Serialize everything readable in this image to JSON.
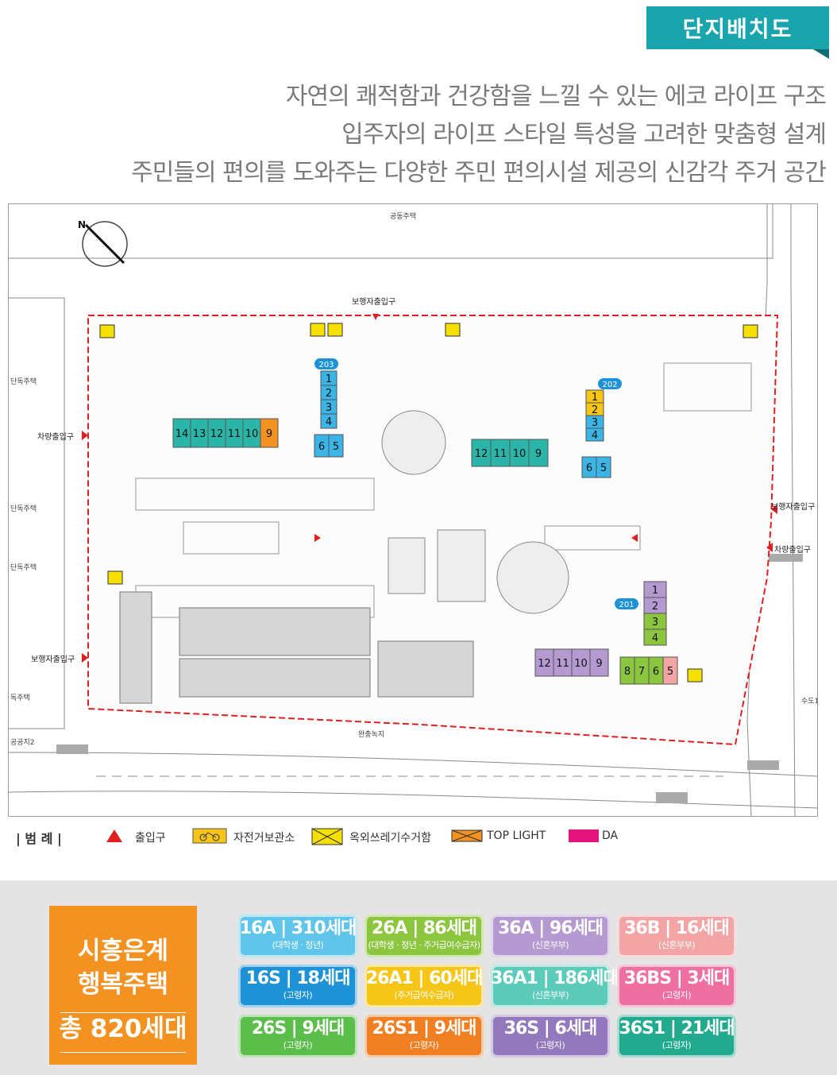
{
  "header": {
    "badge": "단지배치도",
    "taglines": [
      "자연의 쾌적함과 건강함을 느낄 수 있는 에코 라이프 구조",
      "입주자의 라이프 스타일 특성을 고려한 맞춤형 설계",
      "주민들의 편의를 도와주는 다양한 주민 편의시설 제공의 신감각 주거 공간"
    ]
  },
  "map": {
    "labels": {
      "top": "공동주택",
      "ped_top": "보행자출입구",
      "vehicle_left": "차량출입구",
      "ped_left": "보행자출입구",
      "ped_right": "보행자출입구",
      "vehicle_right": "차량출입구",
      "house1": "단독주택",
      "house2": "단독주택",
      "house3": "단독주택",
      "house4": "독주택",
      "public_land": "공공지2",
      "buffer": "완충녹지",
      "road": "수도1"
    },
    "buildings": {
      "b203": "203",
      "b202": "202",
      "b201": "201"
    },
    "units": {
      "u203_top": [
        "1",
        "2",
        "3",
        "4"
      ],
      "u203_row": [
        "14",
        "13",
        "12",
        "11",
        "10",
        "9"
      ],
      "u203_right": [
        "6",
        "5"
      ],
      "u202_top": [
        "1",
        "2",
        "3",
        "4"
      ],
      "u202_row": [
        "12",
        "11",
        "10",
        "9"
      ],
      "u202_right": [
        "6",
        "5"
      ],
      "u201_top": [
        "1",
        "2",
        "3",
        "4"
      ],
      "u201_row": [
        "12",
        "11",
        "10",
        "9"
      ],
      "u201_right": [
        "8",
        "7",
        "6",
        "5"
      ]
    },
    "colors": {
      "cyan": "#3bb4e6",
      "teal": "#2bb5a8",
      "orange": "#f39121",
      "yellow": "#f5c518",
      "purple": "#b49ad0",
      "pink": "#f3a5a5",
      "green": "#8cc63f",
      "boundary": "#e02020"
    }
  },
  "legend": {
    "title": "범 례",
    "items": [
      "출입구",
      "자전거보관소",
      "옥외쓰레기수거함",
      "TOP LIGHT",
      "DA"
    ]
  },
  "footer": {
    "name_line1": "시흥은계",
    "name_line2": "행복주택",
    "total": "총 820세대",
    "types": [
      {
        "main": "16A | 310세대",
        "sub": "(대학생 · 청년)",
        "color": "#5fc5ea"
      },
      {
        "main": "26A | 86세대",
        "sub": "(대학생 · 청년 · 주거급여수급자)",
        "color": "#8cc63f"
      },
      {
        "main": "36A | 96세대",
        "sub": "(신혼부부)",
        "color": "#b49ad0"
      },
      {
        "main": "36B | 16세대",
        "sub": "(신혼부부)",
        "color": "#f3a5a5"
      },
      {
        "main": "16S | 18세대",
        "sub": "(고령자)",
        "color": "#1d92d6"
      },
      {
        "main": "26A1 | 60세대",
        "sub": "(주거급여수급자)",
        "color": "#f5c518"
      },
      {
        "main": "36A1 | 186세대",
        "sub": "(신혼부부)",
        "color": "#5ccbb9"
      },
      {
        "main": "36BS | 3세대",
        "sub": "(고령자)",
        "color": "#ee6fa1"
      },
      {
        "main": "26S | 9세대",
        "sub": "(고령자)",
        "color": "#5bbd4a"
      },
      {
        "main": "26S1 | 9세대",
        "sub": "(고령자)",
        "color": "#f07f24"
      },
      {
        "main": "36S | 6세대",
        "sub": "(고령자)",
        "color": "#9278bd"
      },
      {
        "main": "36S1 | 21세대",
        "sub": "(고령자)",
        "color": "#22aa8e"
      }
    ]
  }
}
